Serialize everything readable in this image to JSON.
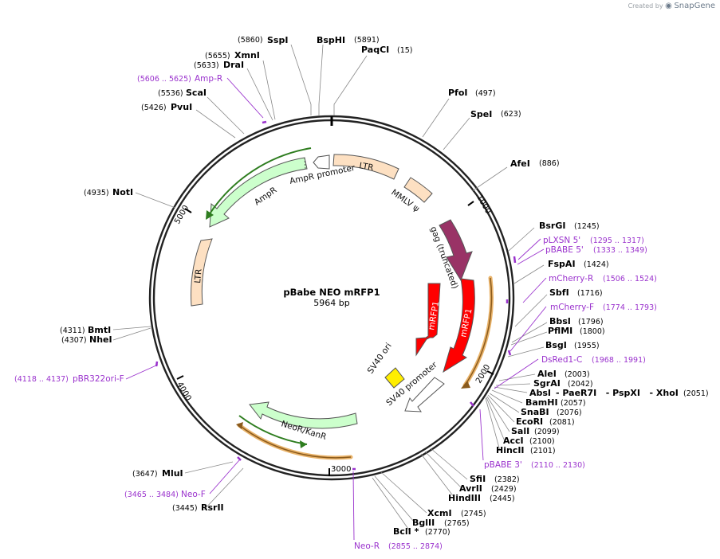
{
  "credit": {
    "prefix": "Created by",
    "brand": "SnapGene"
  },
  "plasmid": {
    "name": "pBabe NEO mRFP1",
    "length": "5964 bp"
  },
  "ticks": [
    "1000",
    "2000",
    "3000",
    "4000",
    "5000"
  ],
  "features": [
    {
      "name": "LTR",
      "kind": "ltr",
      "color": "#fde0c2"
    },
    {
      "name": "MMLV ψ",
      "kind": "signal",
      "color": "#fde0c2"
    },
    {
      "name": "gag (truncated)",
      "kind": "gene",
      "color": "#993366"
    },
    {
      "name": "mRFP1",
      "kind": "cds",
      "color": "#ff0000"
    },
    {
      "name": "mRFP1",
      "kind": "cds",
      "color": "#ff0000"
    },
    {
      "name": "SV40 ori",
      "kind": "origin",
      "color": "#ffee00"
    },
    {
      "name": "SV40 promoter",
      "kind": "promoter",
      "color": "#ffffff"
    },
    {
      "name": "NeoR/KanR",
      "kind": "cds",
      "color": "#ccffcc"
    },
    {
      "name": "LTR",
      "kind": "ltr",
      "color": "#fde0c2"
    },
    {
      "name": "AmpR",
      "kind": "cds",
      "color": "#ccffcc"
    },
    {
      "name": "AmpR promoter",
      "kind": "promoter",
      "color": "#ffffff"
    }
  ],
  "sites": [
    {
      "name": "SspI",
      "pos": "(5860)"
    },
    {
      "name": "BspHI",
      "pos": "(5891)"
    },
    {
      "name": "PaqCI",
      "pos": "(15)"
    },
    {
      "name": "XmnI",
      "pos": "(5655)"
    },
    {
      "name": "DraI",
      "pos": "(5633)"
    },
    {
      "name": "ScaI",
      "pos": "(5536)"
    },
    {
      "name": "PvuI",
      "pos": "(5426)"
    },
    {
      "name": "PfoI",
      "pos": "(497)"
    },
    {
      "name": "SpeI",
      "pos": "(623)"
    },
    {
      "name": "AfeI",
      "pos": "(886)"
    },
    {
      "name": "NotI",
      "pos": "(4935)"
    },
    {
      "name": "BsrGI",
      "pos": "(1245)"
    },
    {
      "name": "FspAI",
      "pos": "(1424)"
    },
    {
      "name": "SbfI",
      "pos": "(1716)"
    },
    {
      "name": "BbsI",
      "pos": "(1796)"
    },
    {
      "name": "PflMI",
      "pos": "(1800)"
    },
    {
      "name": "BsgI",
      "pos": "(1955)"
    },
    {
      "name": "BmtI",
      "pos": "(4311)"
    },
    {
      "name": "NheI",
      "pos": "(4307)"
    },
    {
      "name": "AleI",
      "pos": "(2003)"
    },
    {
      "name": "SgrAI",
      "pos": "(2042)"
    },
    {
      "name": "AbsI",
      "extra": "- PaeR7I   - PspXI   - XhoI",
      "pos": "(2051)"
    },
    {
      "name": "BamHI",
      "pos": "(2057)"
    },
    {
      "name": "SnaBI",
      "pos": "(2076)"
    },
    {
      "name": "EcoRI",
      "pos": "(2081)"
    },
    {
      "name": "SalI",
      "pos": "(2099)"
    },
    {
      "name": "AccI",
      "pos": "(2100)"
    },
    {
      "name": "HincII",
      "pos": "(2101)"
    },
    {
      "name": "MluI",
      "pos": "(3647)"
    },
    {
      "name": "RsrII",
      "pos": "(3445)"
    },
    {
      "name": "SfiI",
      "pos": "(2382)"
    },
    {
      "name": "AvrII",
      "pos": "(2429)"
    },
    {
      "name": "HindIII",
      "pos": "(2445)"
    },
    {
      "name": "XcmI",
      "pos": "(2745)"
    },
    {
      "name": "BglII",
      "pos": "(2765)"
    },
    {
      "name": "BclI *",
      "pos": "(2770)"
    }
  ],
  "primers": [
    {
      "name": "Amp-R",
      "range": "(5606 .. 5625)"
    },
    {
      "name": "pLXSN 5'",
      "range": "(1295 .. 1317)"
    },
    {
      "name": "pBABE 5'",
      "range": "(1333 .. 1349)"
    },
    {
      "name": "mCherry-R",
      "range": "(1506 .. 1524)"
    },
    {
      "name": "mCherry-F",
      "range": "(1774 .. 1793)"
    },
    {
      "name": "DsRed1-C",
      "range": "(1968 .. 1991)"
    },
    {
      "name": "pBR322ori-F",
      "range": "(4118 .. 4137)"
    },
    {
      "name": "pBABE 3'",
      "range": "(2110 .. 2130)"
    },
    {
      "name": "Neo-F",
      "range": "(3465 .. 3484)"
    },
    {
      "name": "Neo-R",
      "range": "(2855 .. 2874)"
    }
  ]
}
